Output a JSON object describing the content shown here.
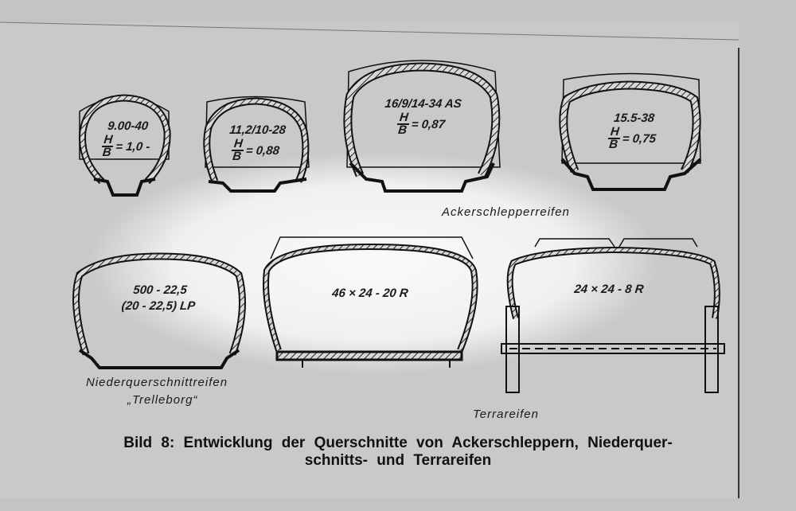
{
  "tires_row1": [
    {
      "size": "9.00-40",
      "ratio_num": "H",
      "ratio_den": "B",
      "ratio_value": "= 1,0 -"
    },
    {
      "size": "11,2/10-28",
      "ratio_num": "H",
      "ratio_den": "B",
      "ratio_value": "= 0,88"
    },
    {
      "size": "16/9/14-34 AS",
      "ratio_num": "H",
      "ratio_den": "B",
      "ratio_value": "= 0,87"
    },
    {
      "size": "15.5-38",
      "ratio_num": "H",
      "ratio_den": "B",
      "ratio_value": "= 0,75"
    }
  ],
  "group_labels": {
    "ackerschlepper": "Ackerschlepperreifen",
    "niederquerschnitt": "Niederquerschnittreifen",
    "trelleborg": "„Trelleborg“",
    "terra": "Terrareifen"
  },
  "tires_row2": [
    {
      "size_line1": "500 - 22,5",
      "size_line2": "(20 - 22,5) LP"
    },
    {
      "size_line1": "46 × 24 - 20 R"
    },
    {
      "size_line1": "24 × 24 - 8 R"
    }
  ],
  "caption": {
    "line1": "Bild 8: Entwicklung der Querschnitte von Ackerschleppern, Niederquer-",
    "line2": "schnitts- und Terrareifen"
  }
}
